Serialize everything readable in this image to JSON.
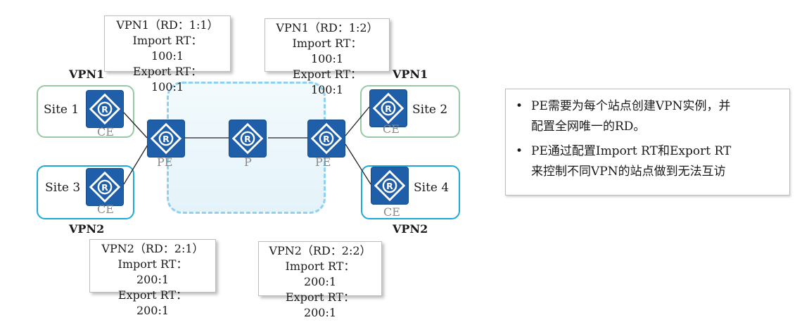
{
  "colors": {
    "router_blue": "#1f5ea8",
    "vpn1_site_border": "#96c9a4",
    "vpn2_site_border": "#1ea7d8",
    "backbone_dash": "#8fd1ef"
  },
  "icons": {
    "router": "router-icon"
  },
  "vpn_labels": {
    "top_left": "VPN1",
    "top_right": "VPN1",
    "bottom_left": "VPN2",
    "bottom_right": "VPN2"
  },
  "sites": {
    "site1": {
      "name": "Site 1",
      "ce": "CE"
    },
    "site2": {
      "name": "Site 2",
      "ce": "CE"
    },
    "site3": {
      "name": "Site 3",
      "ce": "CE"
    },
    "site4": {
      "name": "Site 4",
      "ce": "CE"
    }
  },
  "nodes": {
    "pe_left": "PE",
    "p": "P",
    "pe_right": "PE"
  },
  "info_boxes": {
    "vpn1_left": {
      "title": "VPN1（RD：1:1）",
      "import_label": "Import RT：",
      "import_value": "100:1",
      "export_label": "Export RT：",
      "export_value": "100:1"
    },
    "vpn1_right": {
      "title": "VPN1（RD：1:2）",
      "import_label": "Import RT：",
      "import_value": "100:1",
      "export_label": "Export RT：",
      "export_value": "100:1"
    },
    "vpn2_left": {
      "title": "VPN2（RD：2:1）",
      "import_label": "Import RT：",
      "import_value": "200:1",
      "export_label": "Export RT：",
      "export_value": "200:1"
    },
    "vpn2_right": {
      "title": "VPN2（RD：2:2）",
      "import_label": "Import RT：",
      "import_value": "200:1",
      "export_label": "Export RT：",
      "export_value": "200:1"
    }
  },
  "notes": {
    "bullet": "•",
    "item1_line1": "PE需要为每个站点创建VPN实例，并",
    "item1_line2": "配置全网唯一的RD。",
    "item2_line1": "PE通过配置Import RT和Export RT",
    "item2_line2": "来控制不同VPN的站点做到无法互访"
  }
}
